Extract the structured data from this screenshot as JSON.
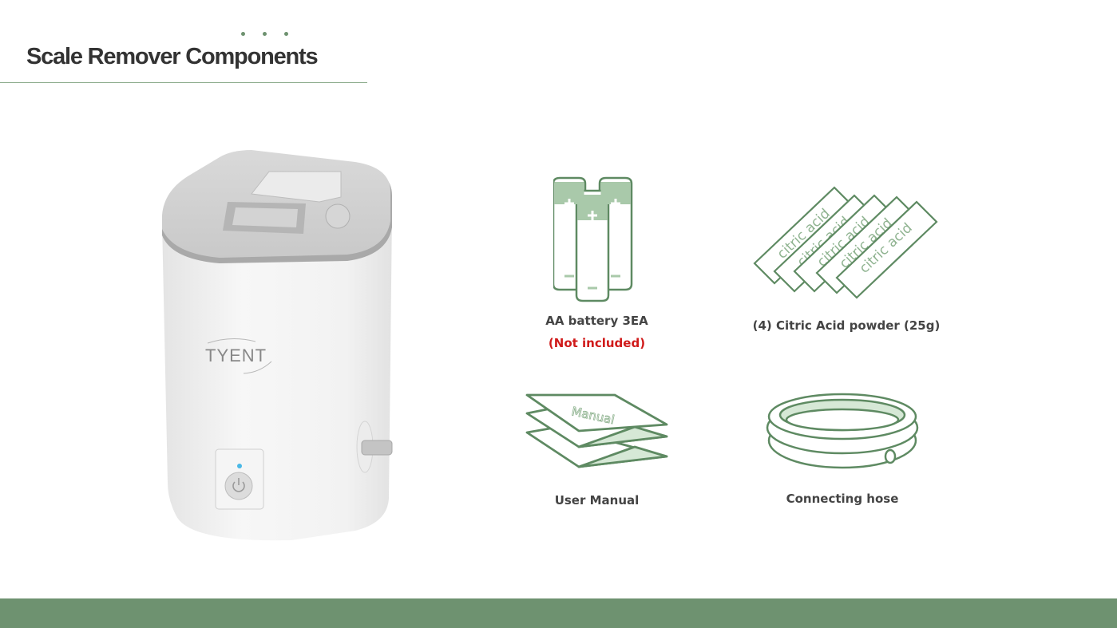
{
  "header": {
    "title": "Scale Remover Components",
    "dots": 3
  },
  "colors": {
    "accent_green": "#6e9270",
    "icon_green": "#5e8a62",
    "icon_fill": "#d6e8d6",
    "warning_red": "#d01a1a",
    "title_text": "#333333"
  },
  "device": {
    "brand": "TYENT",
    "power_button_icon": "power-icon"
  },
  "components": [
    {
      "label": "AA battery 3EA",
      "note": "(Not included)",
      "icon": "battery-icon"
    },
    {
      "label": "(4) Citric Acid powder (25g)",
      "icon": "citric-acid-pack-icon",
      "pack_text": "citric acid"
    },
    {
      "label": "User Manual",
      "icon": "manual-icon",
      "cover_text": "Manual"
    },
    {
      "label": "Connecting hose",
      "icon": "hose-icon"
    }
  ]
}
